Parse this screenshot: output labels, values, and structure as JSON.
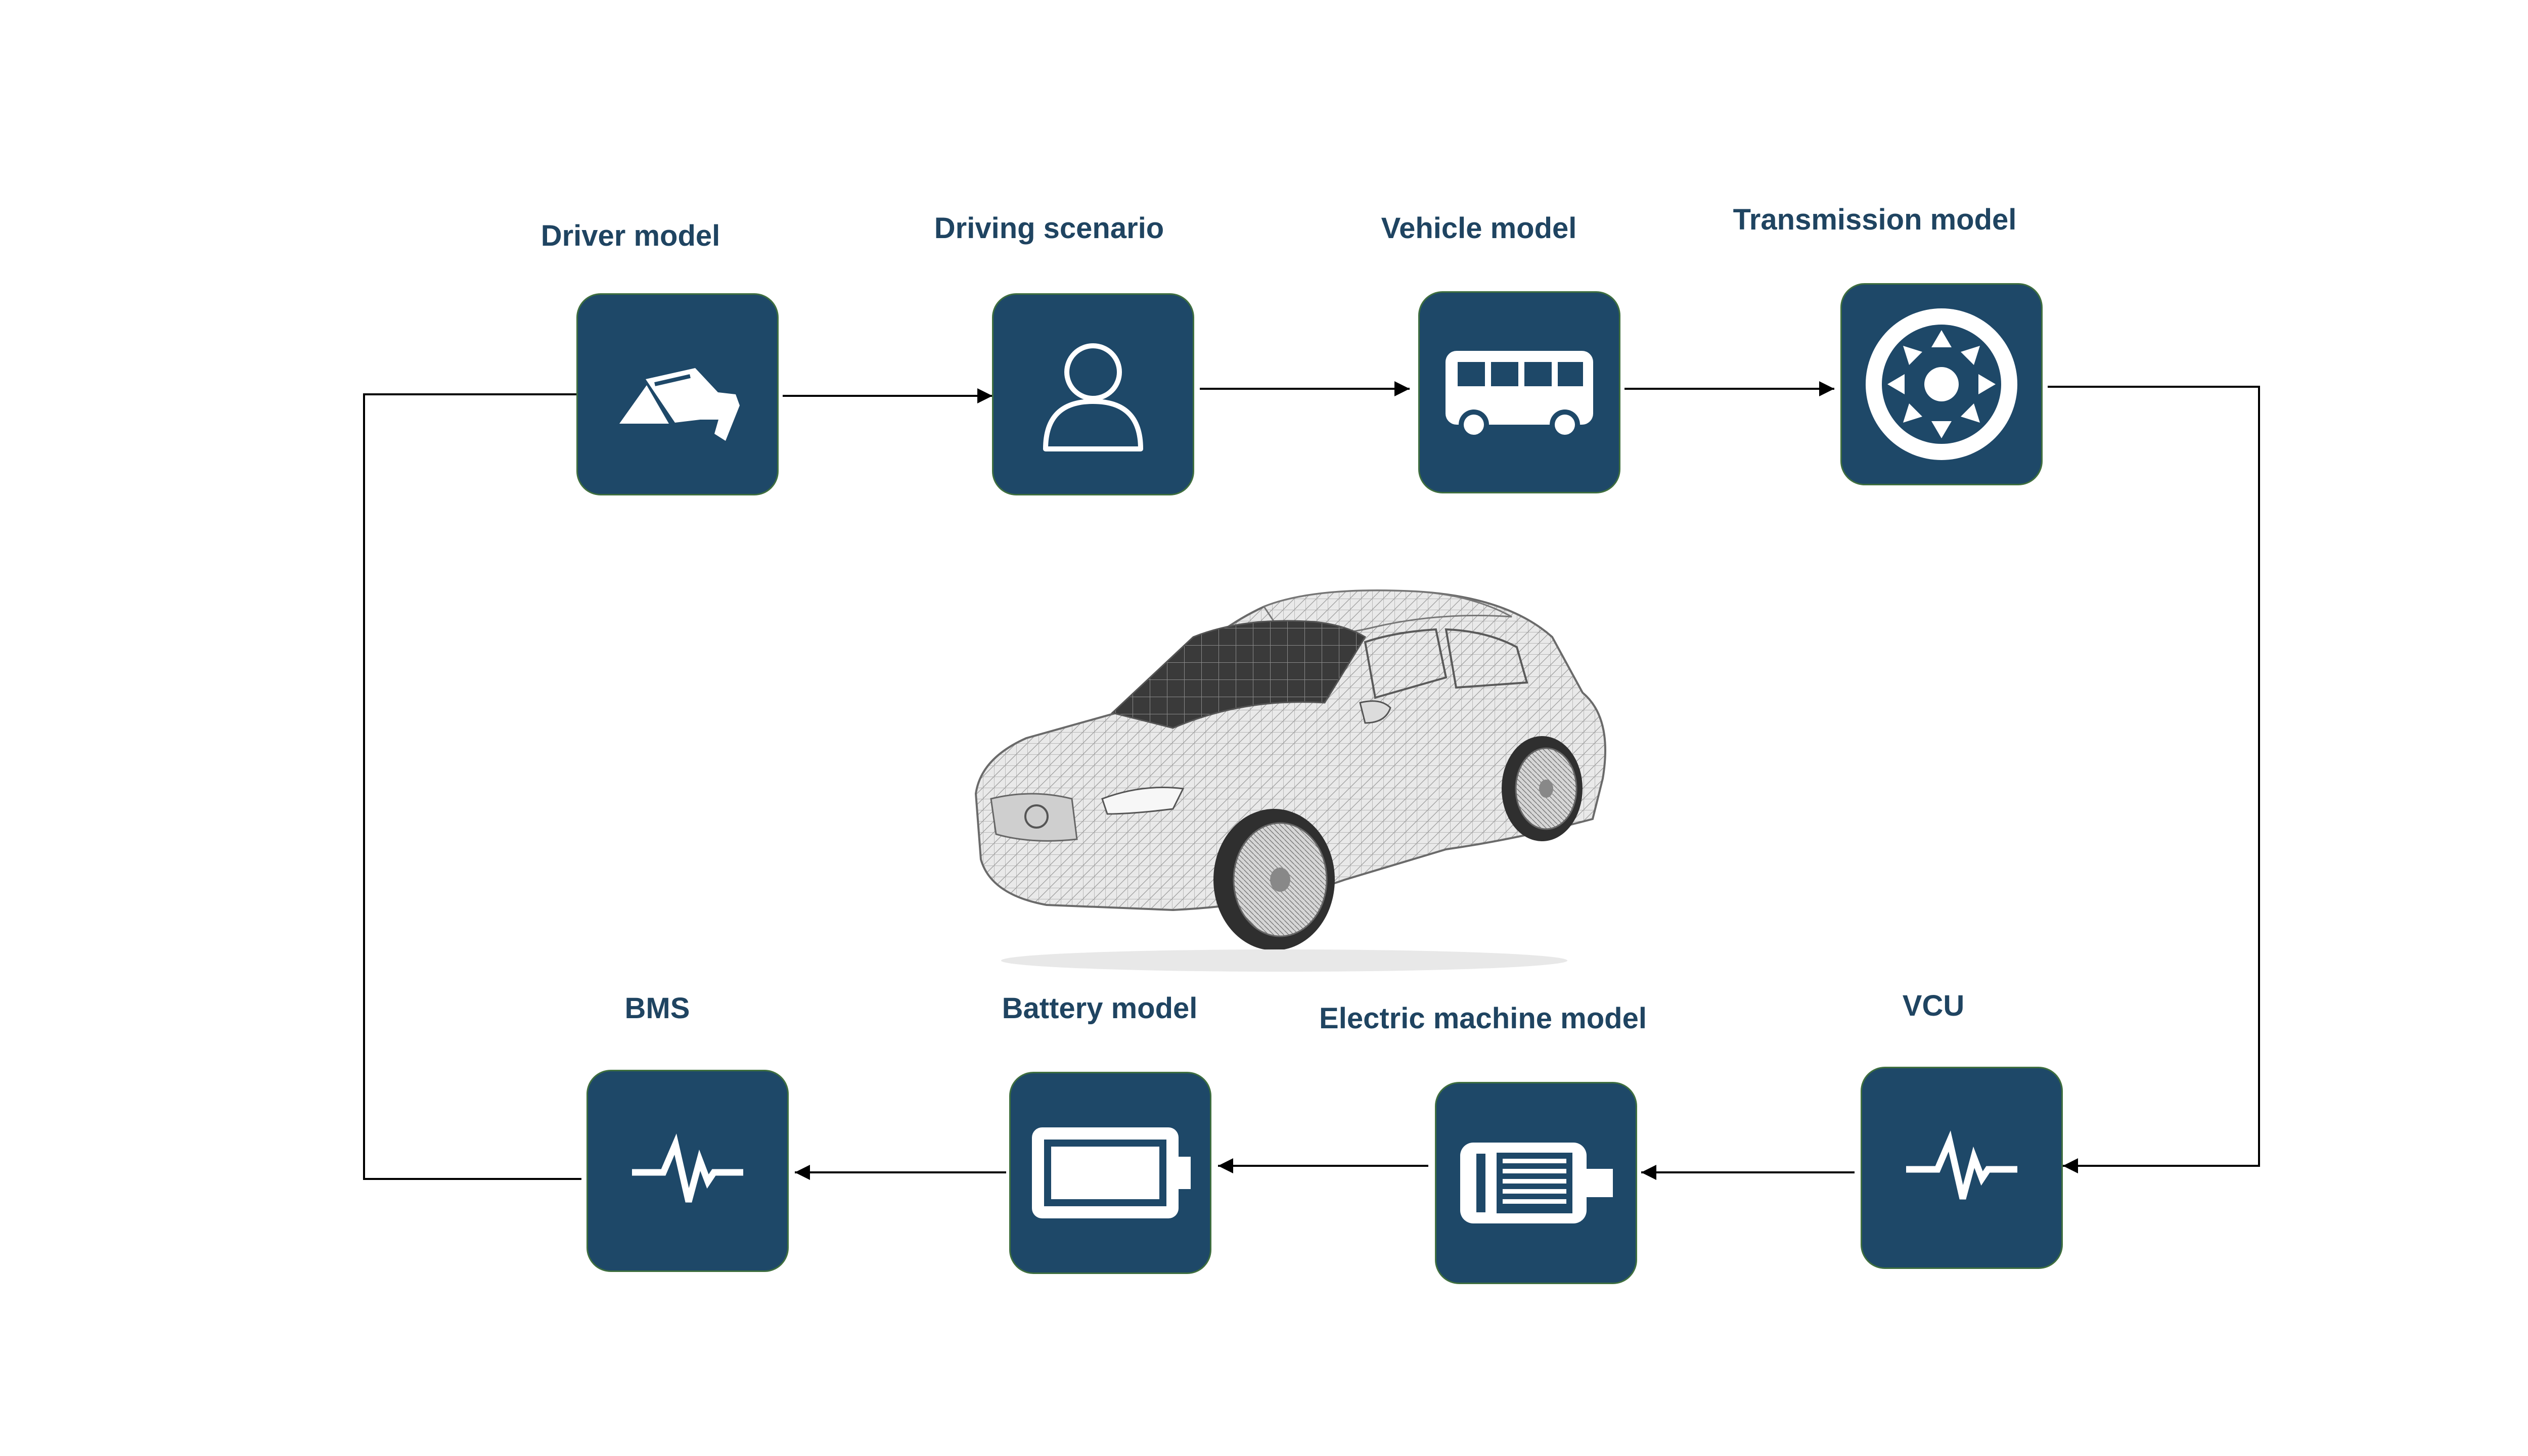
{
  "colors": {
    "node_fill": "#1E4868",
    "node_border": "#3f6f3f",
    "label_text": "#1f4461",
    "connector": "#000000",
    "icon": "#ffffff"
  },
  "nodes": {
    "driver_model": {
      "label": "Driver model",
      "icon": "pedal-icon"
    },
    "driving_scenario": {
      "label": "Driving scenario",
      "icon": "person-icon"
    },
    "vehicle_model": {
      "label": "Vehicle model",
      "icon": "bus-icon"
    },
    "transmission": {
      "label": "Transmission model",
      "icon": "gear-wheel-icon"
    },
    "vcu": {
      "label": "VCU",
      "icon": "pulse-icon"
    },
    "electric_machine": {
      "label": "Electric machine model",
      "icon": "motor-icon"
    },
    "battery_model": {
      "label": "Battery model",
      "icon": "battery-icon"
    },
    "bms": {
      "label": "BMS",
      "icon": "pulse-icon"
    }
  },
  "flow": [
    "Driver model",
    "Driving scenario",
    "Vehicle model",
    "Transmission model",
    "VCU",
    "Electric machine model",
    "Battery model",
    "BMS",
    "Driver model"
  ],
  "center_image": "wireframe-suv-illustration"
}
